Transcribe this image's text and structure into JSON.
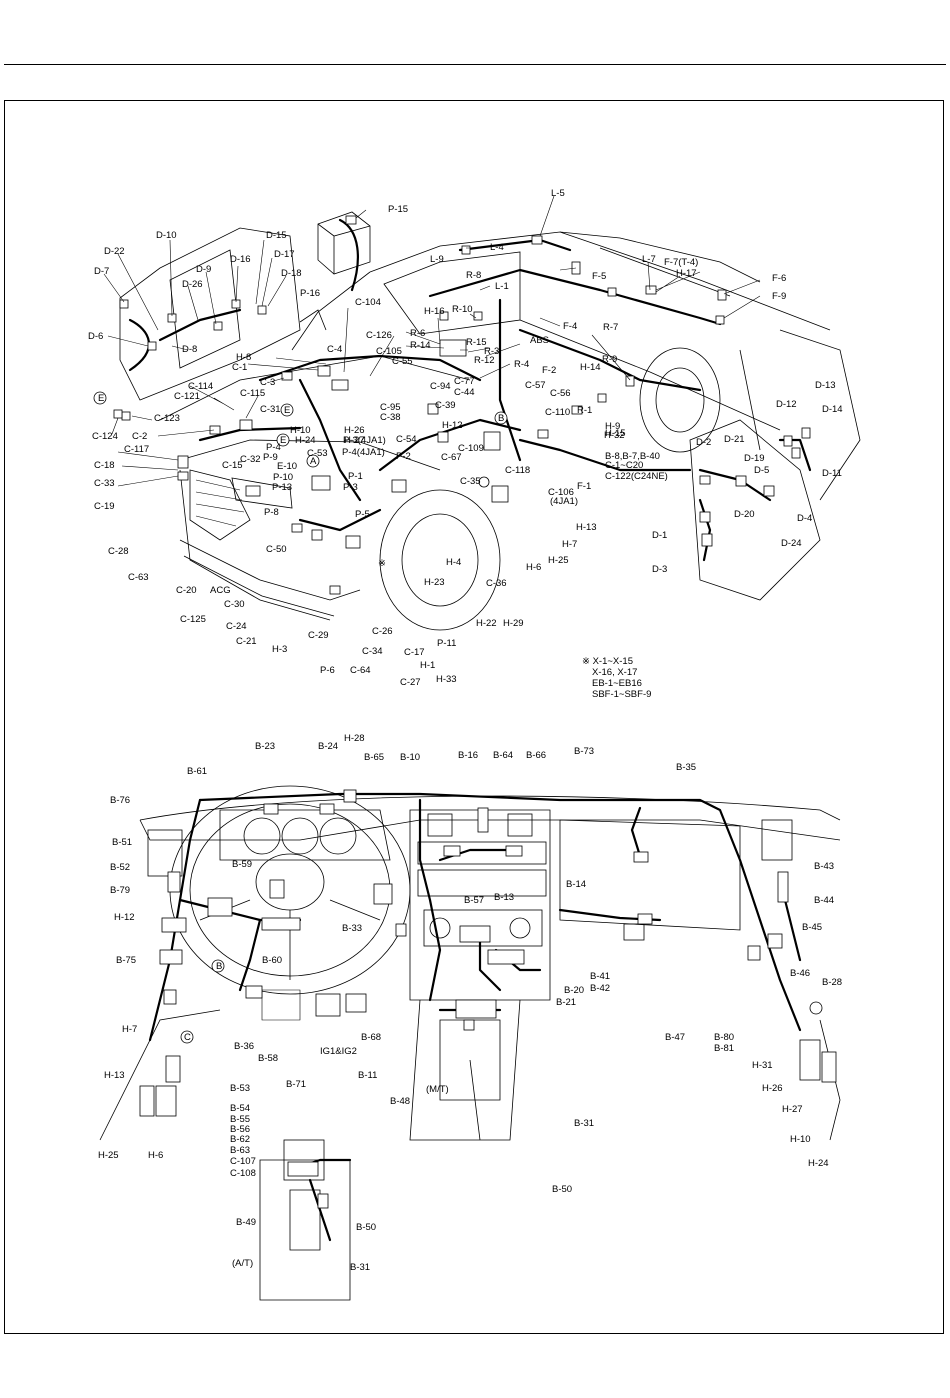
{
  "labels": [
    "P-15",
    "P-16",
    "L-5",
    "L-4",
    "L-1",
    "L-9",
    "R-8",
    "L-7",
    "F-7(T-4)",
    "H-17",
    "F-5",
    "F-6",
    "F-9",
    "F-4",
    "D-10",
    "D-15",
    "D-22",
    "D-16",
    "D-17",
    "D-7",
    "D-9",
    "D-18",
    "D-26",
    "D-6",
    "D-8",
    "C-104",
    "H-16",
    "R-10",
    "R-6",
    "C-126",
    "R-14",
    "R-15",
    "R-3",
    "R-12",
    "R-7",
    "ABS",
    "R-4",
    "C-4",
    "C-105",
    "C-55",
    "H-8",
    "C-1",
    "C-3",
    "C-114",
    "C-121",
    "C-115",
    "C-123",
    "C-124",
    "C-2",
    "C-117",
    "C-18",
    "C-33",
    "C-19",
    "C-31",
    "H-10",
    "H-24",
    "H-26",
    "H-27",
    "C-53",
    "P-3(4JA1)",
    "P-4(4JA1)",
    "C-54",
    "P-2",
    "P-1",
    "P-3",
    "C-32",
    "C-15",
    "C-39",
    "C-94",
    "C-77",
    "C-44",
    "C-95",
    "C-38",
    "H-12",
    "C-67",
    "C-109",
    "C-57",
    "C-56",
    "R-1",
    "F-2",
    "H-14",
    "R-9",
    "C-110",
    "H-9",
    "H-15",
    "H-32",
    "C-118",
    "B-8,B-7,B-40",
    "C-1~C20",
    "C-122(C24NE)",
    "F-1",
    "C-106",
    "(4JA1)",
    "C-35",
    "D-13",
    "D-12",
    "D-14",
    "D-2",
    "D-21",
    "D-19",
    "D-5",
    "D-11",
    "D-20",
    "D-4",
    "D-24",
    "D-1",
    "D-3",
    "P-4",
    "P-9",
    "E-10",
    "P-10",
    "P-13",
    "P-8",
    "P-5",
    "C-50",
    "C-28",
    "C-63",
    "C-20",
    "ACG",
    "C-30",
    "C-125",
    "C-24",
    "C-21",
    "H-3",
    "C-29",
    "P-6",
    "C-64",
    "C-26",
    "C-34",
    "C-27",
    "C-17",
    "H-1",
    "H-33",
    "P-11",
    "H-22",
    "H-29",
    "H-23",
    "H-4",
    "C-36",
    "H-13",
    "H-7",
    "H-25",
    "H-6",
    "※",
    "※ X-1~X-15",
    "X-16, X-17",
    "EB-1~EB16",
    "SBF-1~SBF-9",
    "B-23",
    "B-24",
    "H-28",
    "B-65",
    "B-10",
    "B-16",
    "B-64",
    "B-66",
    "B-73",
    "B-35",
    "B-61",
    "B-76",
    "B-51",
    "B-52",
    "B-79",
    "B-59",
    "H-12",
    "B-75",
    "B-60",
    "B-33",
    "B-14",
    "B-57",
    "B-13",
    "B-43",
    "B-44",
    "B-45",
    "B-46",
    "B-47",
    "B-41",
    "B-42",
    "B-20",
    "B-21",
    "B-28",
    "B-80",
    "B-81",
    "B-36",
    "B-58",
    "IG1&IG2",
    "B-68",
    "B-11",
    "H-7",
    "H-13",
    "H-25",
    "H-6",
    "B-71",
    "B-48",
    "(M/T)",
    "B-31",
    "H-31",
    "H-26",
    "H-27",
    "H-10",
    "H-24",
    "B-53",
    "B-54",
    "B-55",
    "B-56",
    "B-62",
    "B-63",
    "C-107",
    "C-108",
    "B-50",
    "B-49",
    "B-50",
    "B-31",
    "(A/T)",
    "E",
    "E",
    "A",
    "E",
    "B",
    "B",
    "C"
  ]
}
